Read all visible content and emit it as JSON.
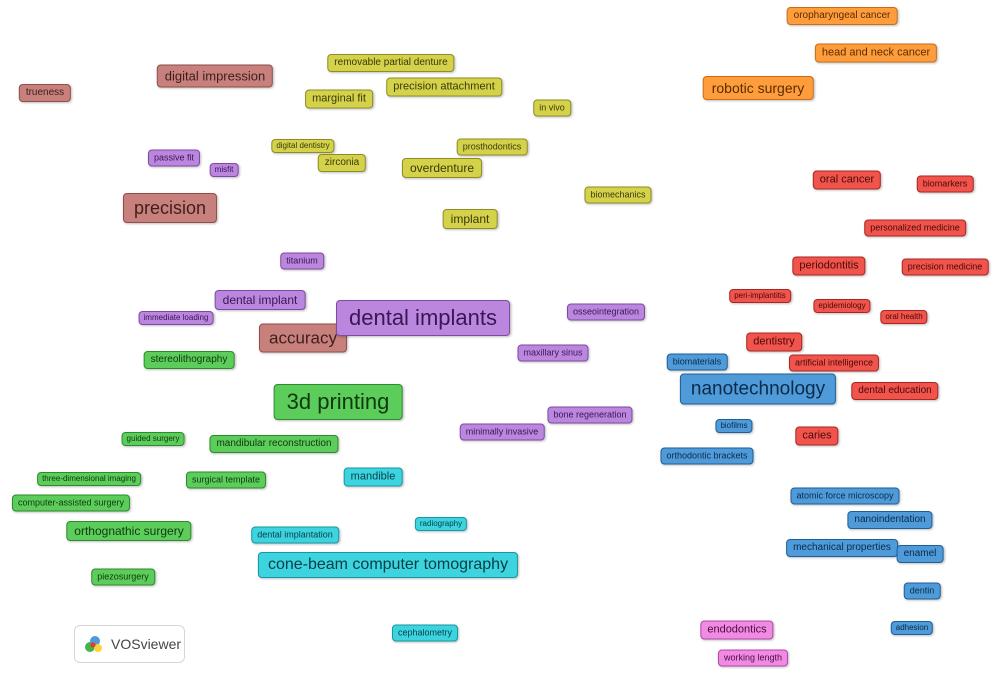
{
  "colors": {
    "brown": {
      "bg": "#c7807b",
      "border": "#8f4f4a",
      "text": "#3e1f1c"
    },
    "yellow": {
      "bg": "#d4d24a",
      "border": "#8f8d22",
      "text": "#3a3a0a"
    },
    "orange": {
      "bg": "#ff9d3c",
      "border": "#c66f16",
      "text": "#5a2c00"
    },
    "purple": {
      "bg": "#bb86dd",
      "border": "#7e4aa3",
      "text": "#3a1655"
    },
    "red": {
      "bg": "#f0544c",
      "border": "#a72821",
      "text": "#4a0906"
    },
    "green": {
      "bg": "#5ccc5a",
      "border": "#2c8c2c",
      "text": "#0f3a0f"
    },
    "blue": {
      "bg": "#4f9ad8",
      "border": "#1f5f97",
      "text": "#0b2b4a"
    },
    "cyan": {
      "bg": "#3dd4e0",
      "border": "#1598a3",
      "text": "#063f45"
    },
    "pink": {
      "bg": "#f08ae3",
      "border": "#b14aa4",
      "text": "#4d0d44"
    }
  },
  "nodes": [
    {
      "label": "oropharyngeal cancer",
      "cluster": "orange",
      "size": 10
    },
    {
      "label": "head and neck cancer",
      "cluster": "orange",
      "size": 11
    },
    {
      "label": "robotic surgery",
      "cluster": "orange",
      "size": 14
    },
    {
      "label": "digital impression",
      "cluster": "brown",
      "size": 13
    },
    {
      "label": "trueness",
      "cluster": "brown",
      "size": 10
    },
    {
      "label": "precision",
      "cluster": "brown",
      "size": 18
    },
    {
      "label": "accuracy",
      "cluster": "brown",
      "size": 17
    },
    {
      "label": "removable partial denture",
      "cluster": "yellow",
      "size": 10
    },
    {
      "label": "precision attachment",
      "cluster": "yellow",
      "size": 11
    },
    {
      "label": "marginal fit",
      "cluster": "yellow",
      "size": 11
    },
    {
      "label": "in vivo",
      "cluster": "yellow",
      "size": 9
    },
    {
      "label": "digital dentistry",
      "cluster": "yellow",
      "size": 8
    },
    {
      "label": "prosthodontics",
      "cluster": "yellow",
      "size": 9
    },
    {
      "label": "zirconia",
      "cluster": "yellow",
      "size": 10
    },
    {
      "label": "overdenture",
      "cluster": "yellow",
      "size": 12
    },
    {
      "label": "biomechanics",
      "cluster": "yellow",
      "size": 9
    },
    {
      "label": "implant",
      "cluster": "yellow",
      "size": 12
    },
    {
      "label": "passive fit",
      "cluster": "purple",
      "size": 9
    },
    {
      "label": "misfit",
      "cluster": "purple",
      "size": 8
    },
    {
      "label": "titanium",
      "cluster": "purple",
      "size": 9
    },
    {
      "label": "dental implant",
      "cluster": "purple",
      "size": 12
    },
    {
      "label": "immediate loading",
      "cluster": "purple",
      "size": 8
    },
    {
      "label": "dental implants",
      "cluster": "purple",
      "size": 22
    },
    {
      "label": "osseointegration",
      "cluster": "purple",
      "size": 9
    },
    {
      "label": "maxillary sinus",
      "cluster": "purple",
      "size": 9
    },
    {
      "label": "bone regeneration",
      "cluster": "purple",
      "size": 9
    },
    {
      "label": "minimally invasive",
      "cluster": "purple",
      "size": 9
    },
    {
      "label": "oral cancer",
      "cluster": "red",
      "size": 11
    },
    {
      "label": "biomarkers",
      "cluster": "red",
      "size": 9
    },
    {
      "label": "personalized medicine",
      "cluster": "red",
      "size": 9
    },
    {
      "label": "periodontitis",
      "cluster": "red",
      "size": 11
    },
    {
      "label": "precision medicine",
      "cluster": "red",
      "size": 9
    },
    {
      "label": "peri-implantitis",
      "cluster": "red",
      "size": 8
    },
    {
      "label": "epidemiology",
      "cluster": "red",
      "size": 8
    },
    {
      "label": "oral health",
      "cluster": "red",
      "size": 8
    },
    {
      "label": "dentistry",
      "cluster": "red",
      "size": 11
    },
    {
      "label": "artificial intelligence",
      "cluster": "red",
      "size": 9
    },
    {
      "label": "dental education",
      "cluster": "red",
      "size": 10
    },
    {
      "label": "caries",
      "cluster": "red",
      "size": 11
    },
    {
      "label": "stereolithography",
      "cluster": "green",
      "size": 10
    },
    {
      "label": "3d printing",
      "cluster": "green",
      "size": 22
    },
    {
      "label": "guided surgery",
      "cluster": "green",
      "size": 8
    },
    {
      "label": "mandibular reconstruction",
      "cluster": "green",
      "size": 10
    },
    {
      "label": "three-dimensional imaging",
      "cluster": "green",
      "size": 8
    },
    {
      "label": "surgical template",
      "cluster": "green",
      "size": 9
    },
    {
      "label": "computer-assisted surgery",
      "cluster": "green",
      "size": 9
    },
    {
      "label": "orthognathic surgery",
      "cluster": "green",
      "size": 12
    },
    {
      "label": "piezosurgery",
      "cluster": "green",
      "size": 9
    },
    {
      "label": "biomaterials",
      "cluster": "blue",
      "size": 9
    },
    {
      "label": "nanotechnology",
      "cluster": "blue",
      "size": 19
    },
    {
      "label": "biofilms",
      "cluster": "blue",
      "size": 8
    },
    {
      "label": "orthodontic brackets",
      "cluster": "blue",
      "size": 9
    },
    {
      "label": "atomic force microscopy",
      "cluster": "blue",
      "size": 9
    },
    {
      "label": "nanoindentation",
      "cluster": "blue",
      "size": 10
    },
    {
      "label": "mechanical properties",
      "cluster": "blue",
      "size": 10
    },
    {
      "label": "enamel",
      "cluster": "blue",
      "size": 10
    },
    {
      "label": "dentin",
      "cluster": "blue",
      "size": 9
    },
    {
      "label": "adhesion",
      "cluster": "blue",
      "size": 8
    },
    {
      "label": "mandible",
      "cluster": "cyan",
      "size": 11
    },
    {
      "label": "dental implantation",
      "cluster": "cyan",
      "size": 9
    },
    {
      "label": "radiography",
      "cluster": "cyan",
      "size": 8
    },
    {
      "label": "cone-beam computer tomography",
      "cluster": "cyan",
      "size": 16
    },
    {
      "label": "cephalometry",
      "cluster": "cyan",
      "size": 9
    },
    {
      "label": "endodontics",
      "cluster": "pink",
      "size": 11
    },
    {
      "label": "working length",
      "cluster": "pink",
      "size": 9
    }
  ],
  "logo": {
    "text": "VOSviewer"
  }
}
